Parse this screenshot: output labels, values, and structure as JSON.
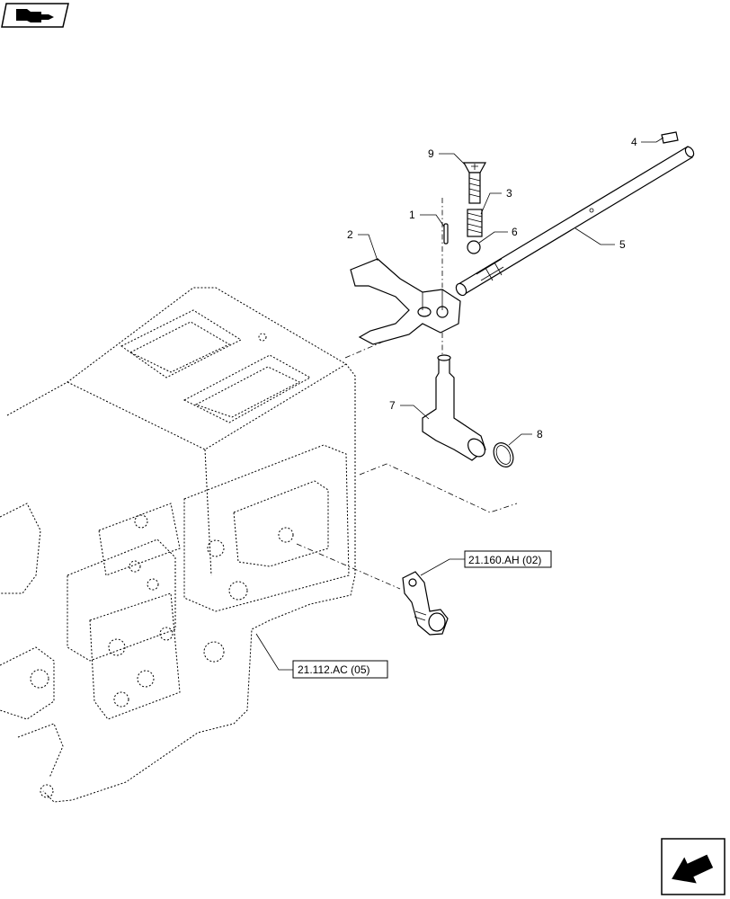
{
  "callouts": [
    {
      "id": "1",
      "label": "1"
    },
    {
      "id": "2",
      "label": "2"
    },
    {
      "id": "3",
      "label": "3"
    },
    {
      "id": "4",
      "label": "4"
    },
    {
      "id": "5",
      "label": "5"
    },
    {
      "id": "6",
      "label": "6"
    },
    {
      "id": "7",
      "label": "7"
    },
    {
      "id": "8",
      "label": "8"
    },
    {
      "id": "9",
      "label": "9"
    }
  ],
  "references": {
    "ref_a": "21.160.AH (02)",
    "ref_b": "21.112.AC (05)"
  },
  "icons": {
    "top_left": "book-arrow-icon",
    "bottom_right": "next-page-arrow-icon"
  }
}
